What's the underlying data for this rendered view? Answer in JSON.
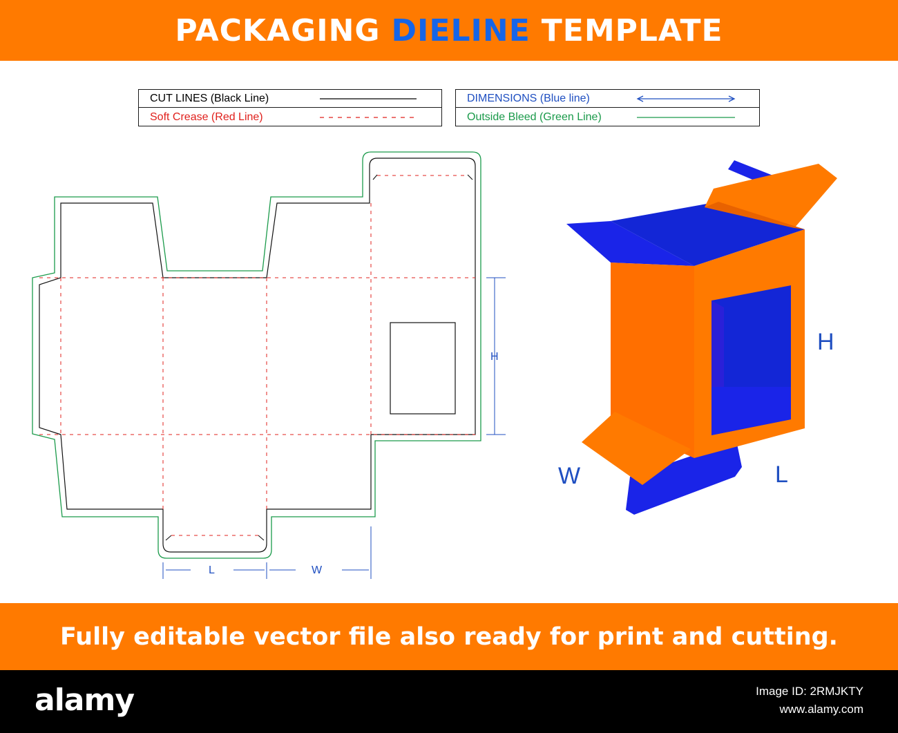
{
  "header": {
    "title_part1": "PACKAGING",
    "title_accent": "DIELINE",
    "title_part2": "TEMPLATE"
  },
  "legend": [
    {
      "label": "CUT LINES (Black Line)",
      "color": "#000000",
      "style": "solid"
    },
    {
      "label": "Soft Crease (Red Line)",
      "color": "#e0201c",
      "style": "dashed"
    },
    {
      "label": "DIMENSIONS (Blue line)",
      "color": "#1f4fc1",
      "style": "double-arrow"
    },
    {
      "label": "Outside Bleed (Green Line)",
      "color": "#1a9a4a",
      "style": "solid"
    }
  ],
  "dieline": {
    "label_l": "L",
    "label_w": "W",
    "label_h": "H"
  },
  "box3d": {
    "label_h": "H",
    "label_w": "W",
    "label_l": "L",
    "colors": {
      "face": "#ff6f00",
      "inner": "#1a24e8",
      "window_edge": "#f07a00"
    }
  },
  "footer": {
    "tagline": "Fully editable vector file also ready for print and cutting."
  },
  "credit": {
    "logo": "alamy",
    "image_id": "Image ID: 2RMJKTY",
    "site": "www.alamy.com"
  }
}
